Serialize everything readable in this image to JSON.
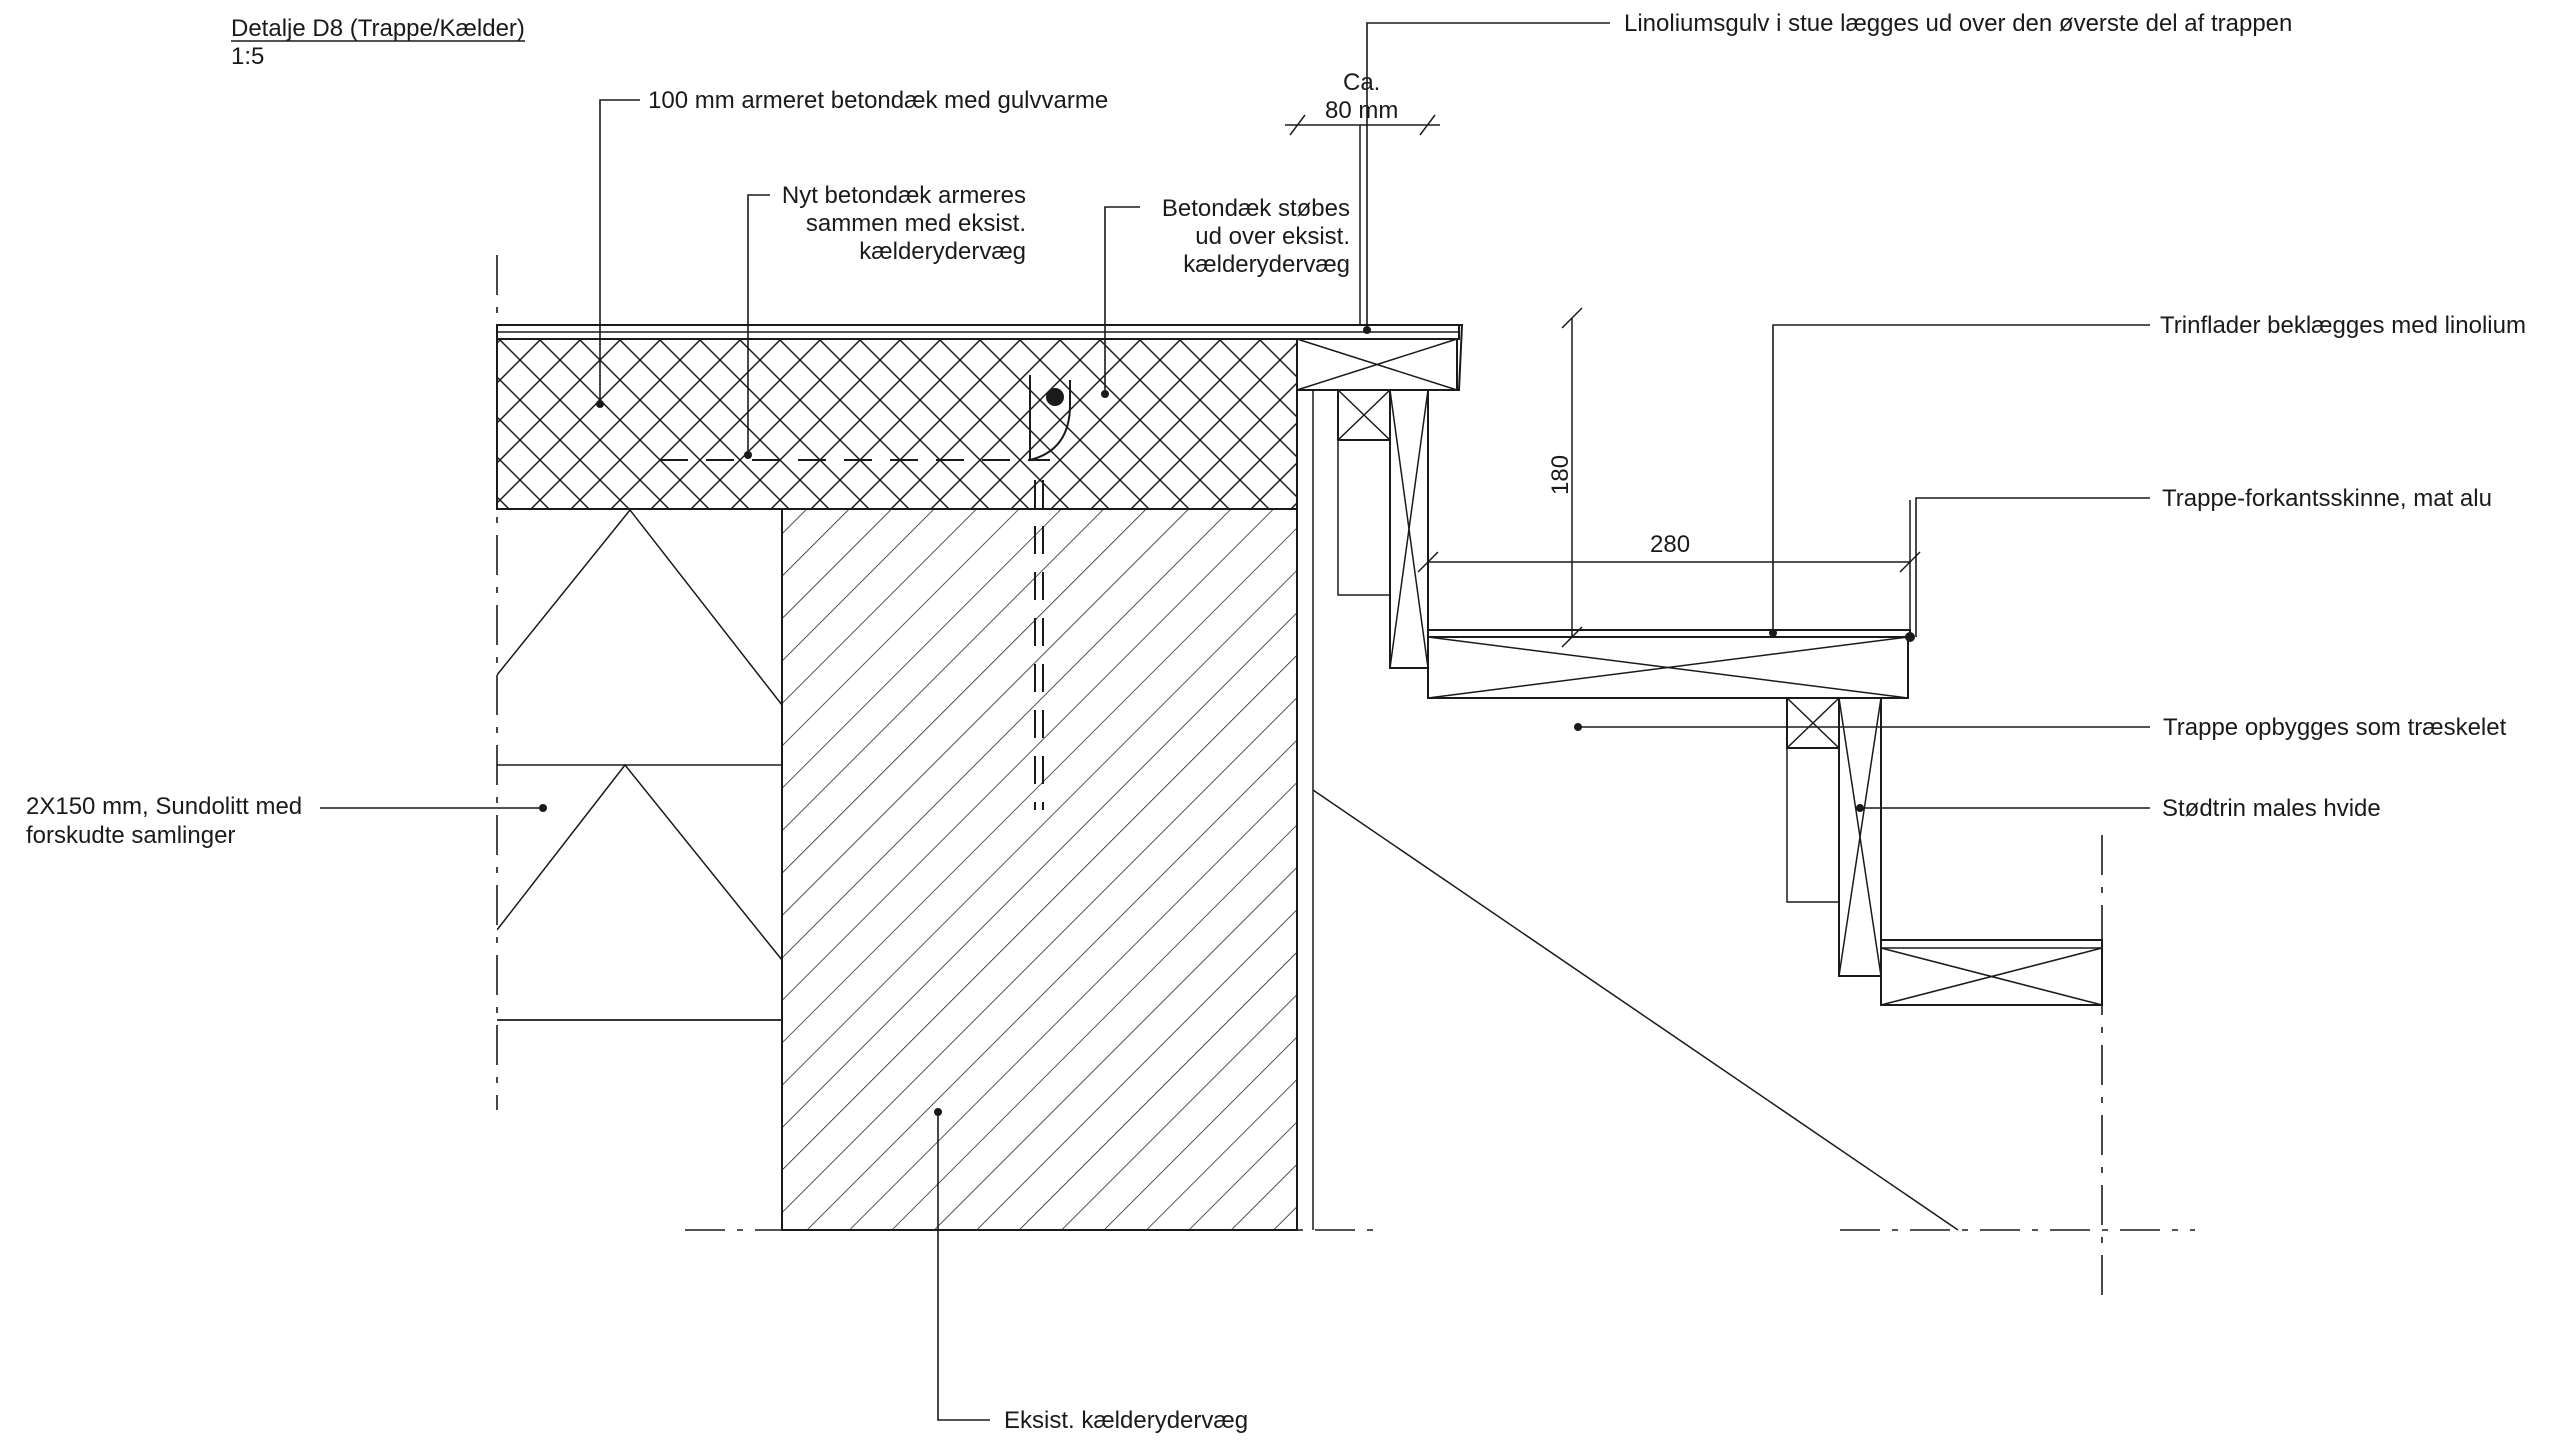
{
  "title": {
    "name": "Detalje D8 (Trappe/Kælder)",
    "scale": "1:5"
  },
  "labels": {
    "deck_top": "100 mm armeret betondæk med gulvvarme",
    "new_deck_1": "Nyt betondæk armeres",
    "new_deck_2": "sammen med eksist.",
    "new_deck_3": "kælderydervæg",
    "cast_1": "Betondæk  støbes",
    "cast_2": "ud over eksist.",
    "cast_3": "kælderydervæg",
    "linoleum_floor": "Linoliumsgulv i stue lægges ud over den øverste del af trappen",
    "ca_1": "Ca.",
    "ca_2": "80 mm",
    "treads": "Trinflader beklægges med linolium",
    "nosing": "Trappe-forkantsskinne, mat alu",
    "timber": "Trappe opbygges som træskelet",
    "risers": "Stødtrin males hvide",
    "insulation_1": "2X150 mm, Sundolitt med",
    "insulation_2": "forskudte samlinger",
    "existing_wall": "Eksist. kælderydervæg",
    "dim_rise": "180",
    "dim_going": "280"
  }
}
